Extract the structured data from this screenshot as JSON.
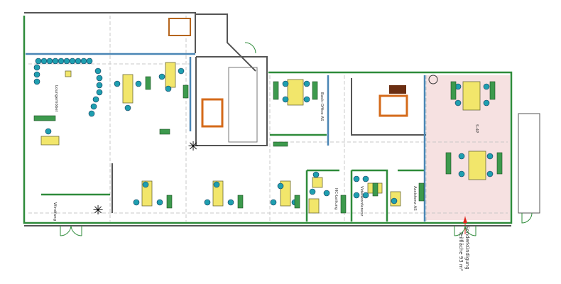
{
  "plan": {
    "rooms": {
      "lounge": "Loungemöbel",
      "entrance": "Windfang",
      "back_office": "Back-Office AS",
      "hc_leitung": "HC-Leitung",
      "video": "Videokonferenz",
      "assistenz": "Assistenz AS",
      "open_office": "S-4P"
    },
    "annotation": {
      "line1": "Sonderkündigung",
      "line2": "Teilfläche 93 m²"
    },
    "colors": {
      "partition_walls": "#2e8b3a",
      "glass_walls": "#4a86b5",
      "desks": "#f2e66b",
      "chairs": "#1f9fb0",
      "cabinets": "#3d9a4d",
      "highlight_area": "#f6e1e1",
      "marker": "#e0241b"
    }
  }
}
